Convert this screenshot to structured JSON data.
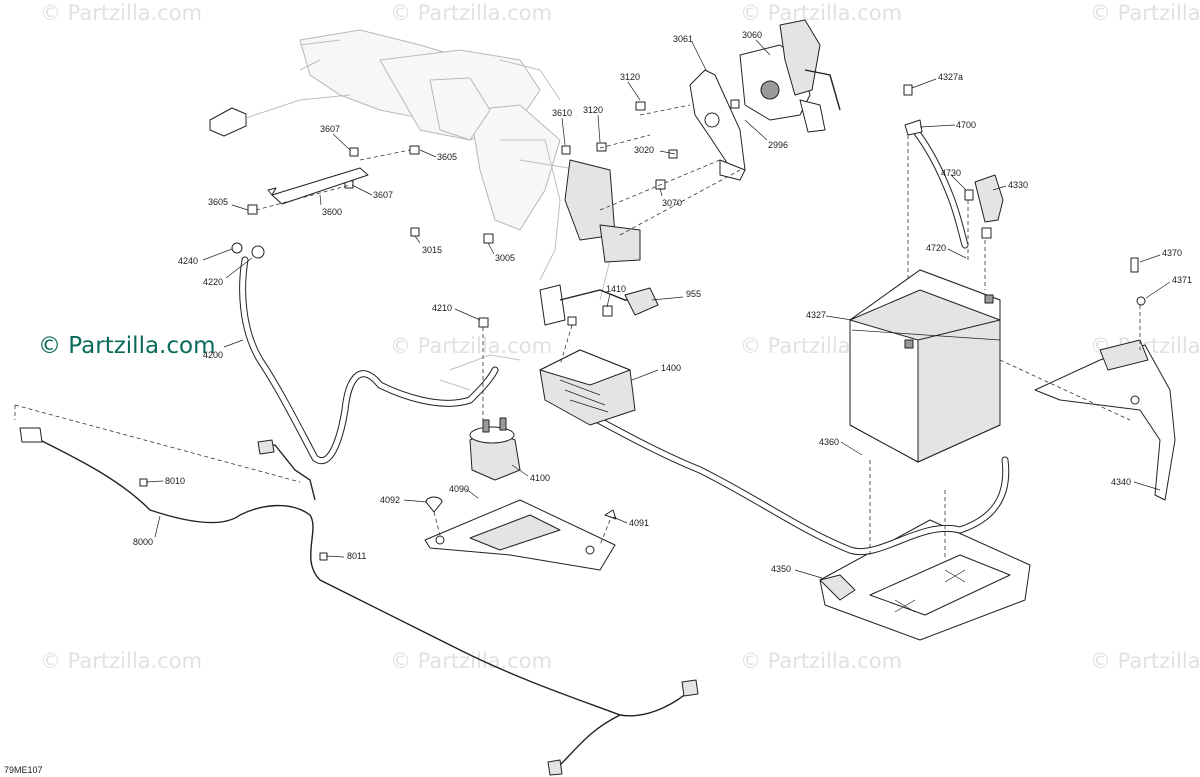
{
  "diagram": {
    "watermark": "© Partzilla.com",
    "figure_id": "79ME107",
    "callouts": [
      {
        "id": "c3061",
        "label": "3061"
      },
      {
        "id": "c3060",
        "label": "3060"
      },
      {
        "id": "c3120a",
        "label": "3120"
      },
      {
        "id": "c3120b",
        "label": "3120"
      },
      {
        "id": "c3610",
        "label": "3610"
      },
      {
        "id": "c3607a",
        "label": "3607"
      },
      {
        "id": "c3605a",
        "label": "3605"
      },
      {
        "id": "c3607b",
        "label": "3607"
      },
      {
        "id": "c3605b",
        "label": "3605"
      },
      {
        "id": "c3600",
        "label": "3600"
      },
      {
        "id": "c3020",
        "label": "3020"
      },
      {
        "id": "c2996",
        "label": "2996"
      },
      {
        "id": "c3070",
        "label": "3070"
      },
      {
        "id": "c3015",
        "label": "3015"
      },
      {
        "id": "c3005",
        "label": "3005"
      },
      {
        "id": "c4240",
        "label": "4240"
      },
      {
        "id": "c4220",
        "label": "4220"
      },
      {
        "id": "c4200",
        "label": "4200"
      },
      {
        "id": "c4210",
        "label": "4210"
      },
      {
        "id": "c1410",
        "label": "1410"
      },
      {
        "id": "c955",
        "label": "955"
      },
      {
        "id": "c1400",
        "label": "1400"
      },
      {
        "id": "c4100",
        "label": "4100"
      },
      {
        "id": "c4090",
        "label": "4090"
      },
      {
        "id": "c4092",
        "label": "4092"
      },
      {
        "id": "c4091",
        "label": "4091"
      },
      {
        "id": "c8010",
        "label": "8010"
      },
      {
        "id": "c8000",
        "label": "8000"
      },
      {
        "id": "c8011",
        "label": "8011"
      },
      {
        "id": "c4327a",
        "label": "4327a"
      },
      {
        "id": "c4700",
        "label": "4700"
      },
      {
        "id": "c4730",
        "label": "4730"
      },
      {
        "id": "c4330",
        "label": "4330"
      },
      {
        "id": "c4720",
        "label": "4720"
      },
      {
        "id": "c4327",
        "label": "4327"
      },
      {
        "id": "c4360",
        "label": "4360"
      },
      {
        "id": "c4350",
        "label": "4350"
      },
      {
        "id": "c4370",
        "label": "4370"
      },
      {
        "id": "c4371",
        "label": "4371"
      },
      {
        "id": "c4340",
        "label": "4340"
      }
    ]
  }
}
